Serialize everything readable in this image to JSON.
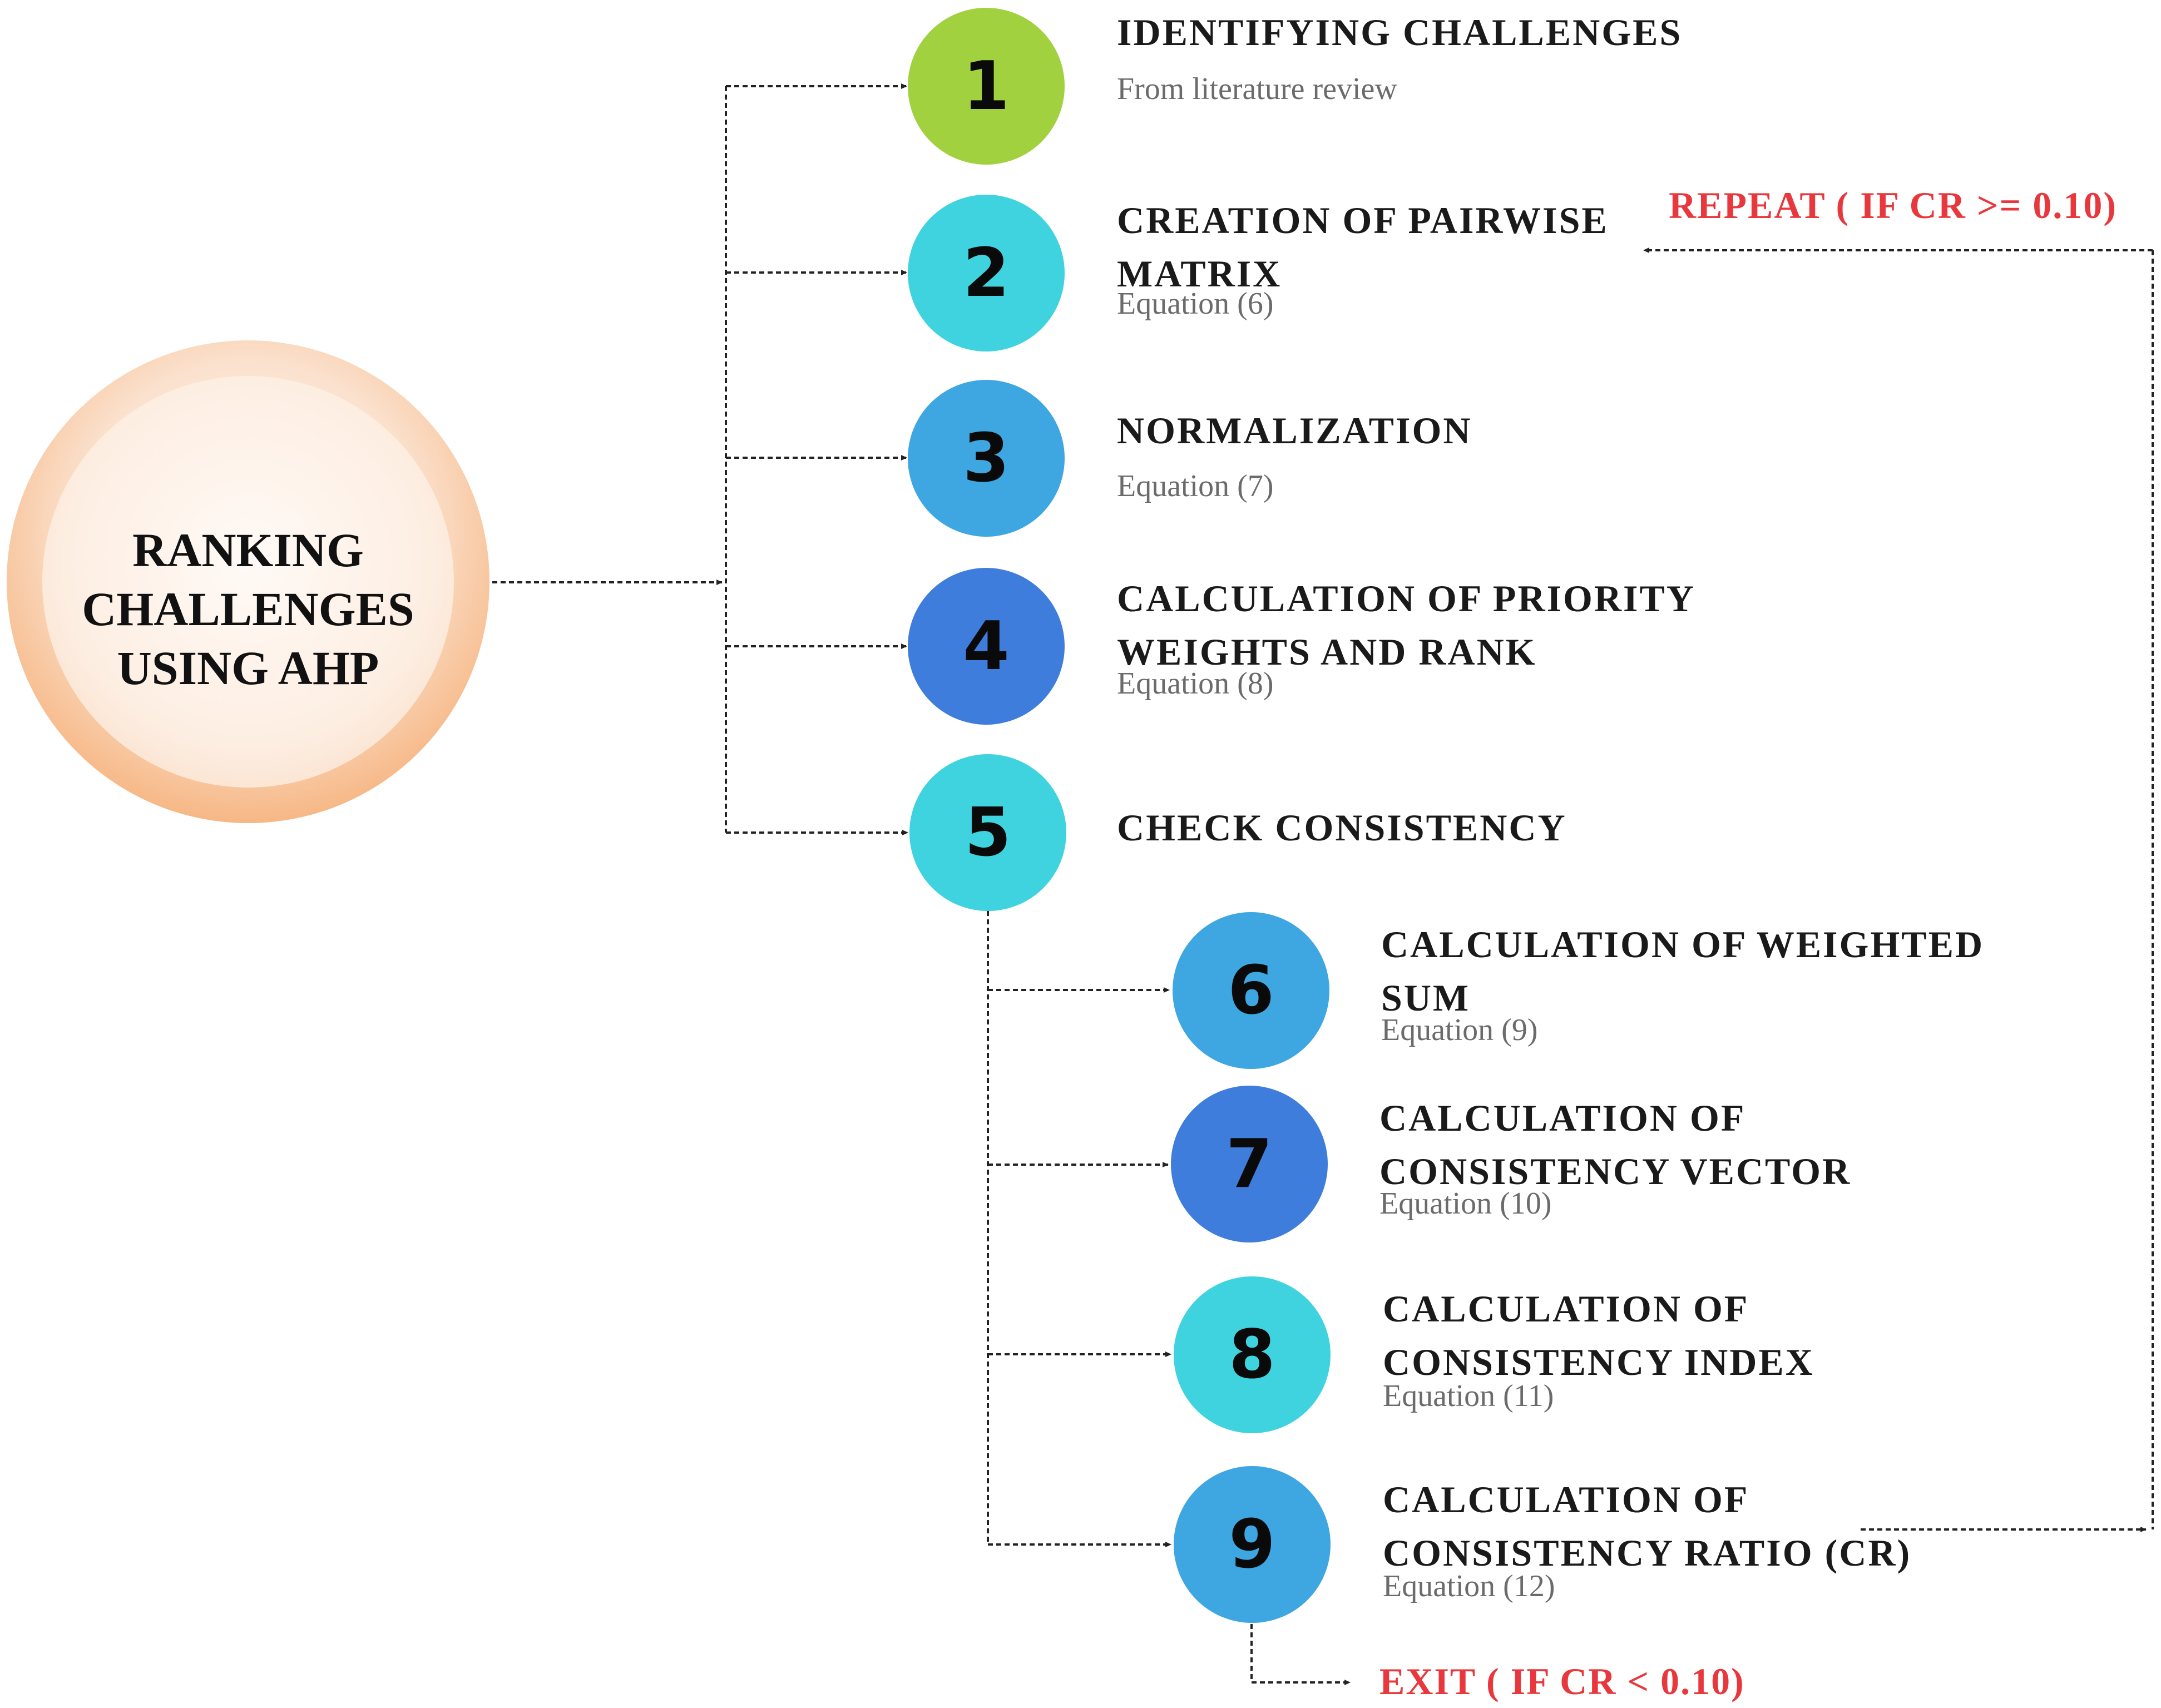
{
  "hub": {
    "title": "RANKING\nCHALLENGES\nUSING AHP"
  },
  "steps": [
    {
      "number": "1",
      "title": "IDENTIFYING CHALLENGES",
      "subtitle": "From literature review",
      "color": "#a2d13f"
    },
    {
      "number": "2",
      "title": "CREATION OF PAIRWISE\nMATRIX",
      "subtitle": "Equation (6)",
      "color": "#3fd3df"
    },
    {
      "number": "3",
      "title": "NORMALIZATION",
      "subtitle": "Equation (7)",
      "color": "#3ea6e0"
    },
    {
      "number": "4",
      "title": "CALCULATION OF PRIORITY\nWEIGHTS AND RANK",
      "subtitle": "Equation (8)",
      "color": "#3e7ddc"
    },
    {
      "number": "5",
      "title": "CHECK CONSISTENCY",
      "subtitle": "",
      "color": "#3fd3df"
    },
    {
      "number": "6",
      "title": "CALCULATION OF WEIGHTED\nSUM",
      "subtitle": "Equation (9)",
      "color": "#3ea6e0"
    },
    {
      "number": "7",
      "title": "CALCULATION OF\nCONSISTENCY VECTOR",
      "subtitle": "Equation (10)",
      "color": "#3e7ddc"
    },
    {
      "number": "8",
      "title": "CALCULATION OF\nCONSISTENCY INDEX",
      "subtitle": "Equation (11)",
      "color": "#3fd3df"
    },
    {
      "number": "9",
      "title": "CALCULATION OF\nCONSISTENCY RATIO (CR)",
      "subtitle": "Equation (12)",
      "color": "#3ea6e0"
    }
  ],
  "repeat_label": "REPEAT ( IF CR >= 0.10)",
  "exit_label": "EXIT ( IF CR < 0.10)",
  "colors": {
    "accent_red": "#e8383d",
    "hub_orange": "#ee8a45",
    "connector": "#222222"
  }
}
